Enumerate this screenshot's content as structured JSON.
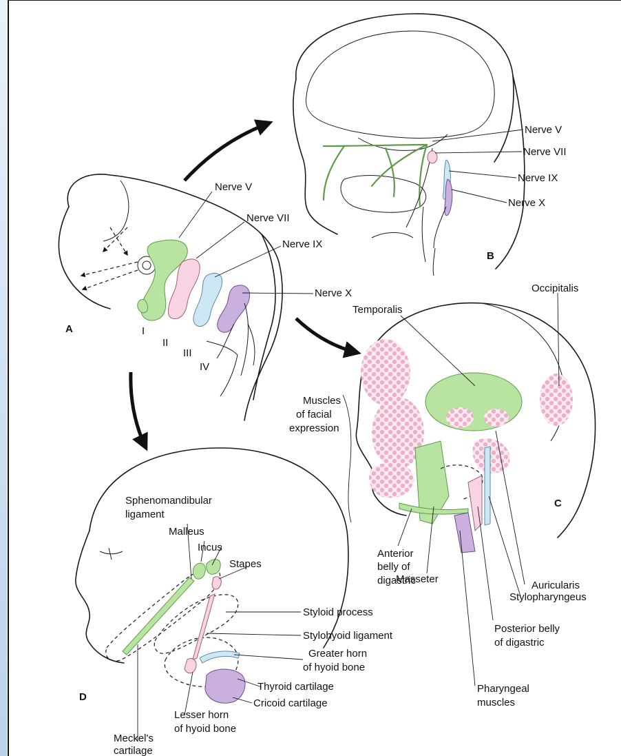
{
  "colors": {
    "frame_stripe": "#b9d2ec",
    "arch1_green": "#b9e3a0",
    "arch2_pink": "#f7d4e4",
    "arch3_blue": "#cde8f4",
    "arch4_purple": "#c9b0dd"
  },
  "panel_a": {
    "letter": "A",
    "nerves": {
      "v": "Nerve V",
      "vii": "Nerve VII",
      "ix": "Nerve IX",
      "x": "Nerve X"
    },
    "arches": {
      "i": "I",
      "ii": "II",
      "iii": "III",
      "iv": "IV"
    }
  },
  "panel_b": {
    "letter": "B",
    "nerves": {
      "v": "Nerve V",
      "vii": "Nerve VII",
      "ix": "Nerve IX",
      "x": "Nerve X"
    }
  },
  "panel_c": {
    "letter": "C",
    "labels": {
      "occipitalis": "Occipitalis",
      "temporalis": "Temporalis",
      "muscles_facial_1": "Muscles",
      "muscles_facial_2": "of facial",
      "muscles_facial_3": "expression",
      "anterior_1": "Anterior",
      "anterior_2": "belly of",
      "anterior_3": "digastric",
      "masseter": "Masseter",
      "auricularis": "Auricularis",
      "stylopharyngeus": "Stylopharyngeus",
      "posterior_1": "Posterior belly",
      "posterior_2": "of digastric",
      "pharyngeal_1": "Pharyngeal",
      "pharyngeal_2": "muscles"
    }
  },
  "panel_d": {
    "letter": "D",
    "labels": {
      "spheno_1": "Sphenomandibular",
      "spheno_2": "ligament",
      "malleus": "Malleus",
      "incus": "Incus",
      "stapes": "Stapes",
      "styloid": "Styloid process",
      "stylohyoid": "Stylohyoid ligament",
      "greater_1": "Greater horn",
      "greater_2": "of hyoid bone",
      "thyroid": "Thyroid cartilage",
      "cricoid": "Cricoid cartilage",
      "lesser_1": "Lesser horn",
      "lesser_2": "of hyoid bone",
      "meckel_1": "Meckel's",
      "meckel_2": "cartilage"
    }
  }
}
